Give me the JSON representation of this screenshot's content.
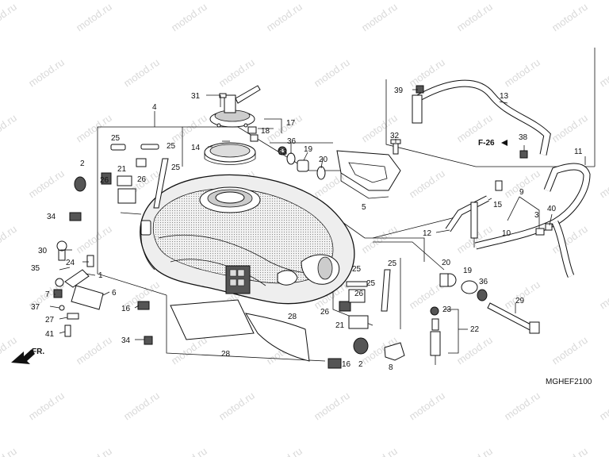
{
  "watermark": "motod.ru",
  "diagram_code": "MGHEF2100",
  "ref_code": "F-26",
  "direction_label": "FR.",
  "part_labels": {
    "p1": "1",
    "p2a": "2",
    "p2b": "2",
    "p3": "3",
    "p4": "4",
    "p5": "5",
    "p6": "6",
    "p7": "7",
    "p8": "8",
    "p9": "9",
    "p10": "10",
    "p11": "11",
    "p12": "12",
    "p13": "13",
    "p14": "14",
    "p15": "15",
    "p16a": "16",
    "p16b": "16",
    "p17": "17",
    "p18": "18",
    "p19a": "19",
    "p19b": "19",
    "p20a": "20",
    "p20b": "20",
    "p21a": "21",
    "p21b": "21",
    "p22": "22",
    "p23": "23",
    "p24": "24",
    "p25a": "25",
    "p25b": "25",
    "p25c": "25",
    "p25d": "25",
    "p25e": "25",
    "p26a": "26",
    "p26b": "26",
    "p26c": "26",
    "p26d": "26",
    "p27": "27",
    "p28a": "28",
    "p28b": "28",
    "p29": "29",
    "p30": "30",
    "p31": "31",
    "p32": "32",
    "p33": "33",
    "p34a": "34",
    "p34b": "34",
    "p35": "35",
    "p36a": "36",
    "p36b": "36",
    "p37": "37",
    "p38": "38",
    "p39": "39",
    "p40": "40",
    "p41": "41"
  }
}
